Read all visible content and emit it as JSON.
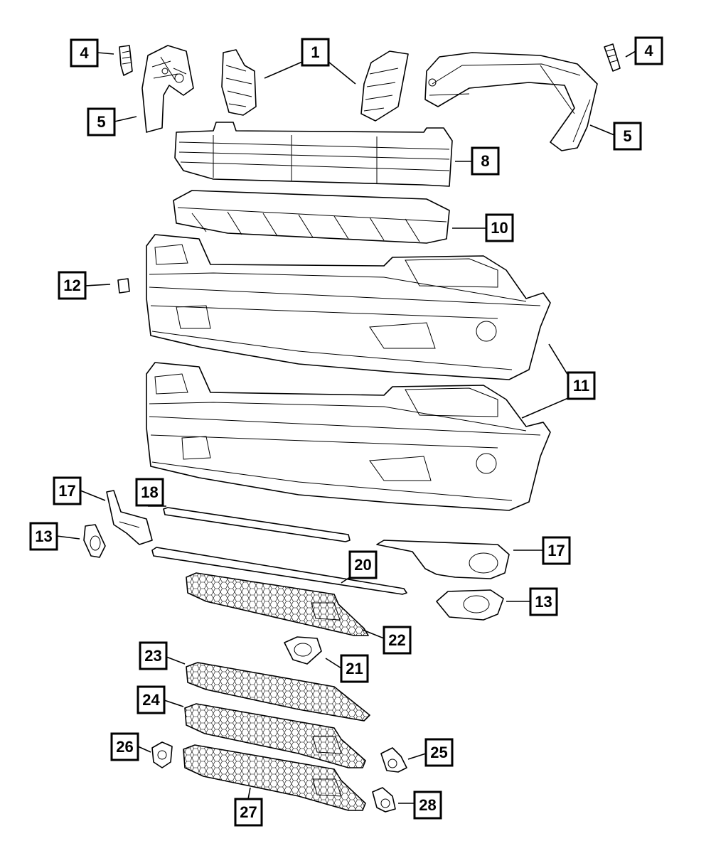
{
  "callouts": {
    "c1": "1",
    "c4_left": "4",
    "c4_right": "4",
    "c5_left": "5",
    "c5_right": "5",
    "c8": "8",
    "c10": "10",
    "c11": "11",
    "c12": "12",
    "c13_left": "13",
    "c13_right": "13",
    "c17_left": "17",
    "c17_right": "17",
    "c18": "18",
    "c20": "20",
    "c21": "21",
    "c22": "22",
    "c23": "23",
    "c24": "24",
    "c25": "25",
    "c26": "26",
    "c27": "27",
    "c28": "28"
  },
  "colors": {
    "line": "#000000",
    "background": "#ffffff"
  }
}
